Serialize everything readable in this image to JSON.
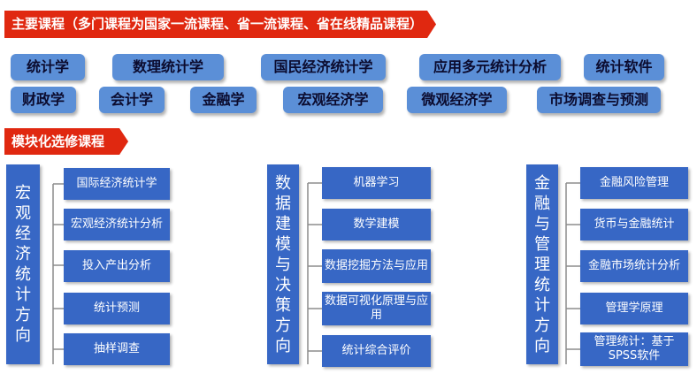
{
  "main_banner": {
    "title": "主要课程（多门课程为国家一流课程、省一流课程、省在线精品课程）"
  },
  "courses": [
    "统计学",
    "数理统计学",
    "国民经济统计学",
    "应用多元统计分析",
    "统计软件",
    "财政学",
    "会计学",
    "金融学",
    "宏观经济学",
    "微观经济学",
    "市场调查与预测"
  ],
  "module_banner": {
    "title": "模块化选修课程"
  },
  "modules": [
    {
      "title": "宏观经济统计方向",
      "chars": [
        "宏",
        "观",
        "经",
        "济",
        "统",
        "计",
        "方",
        "向"
      ],
      "items": [
        "国际经济统计学",
        "宏观经济统计分析",
        "投入产出分析",
        "统计预测",
        "抽样调查"
      ]
    },
    {
      "title": "数据建模与决策方向",
      "chars": [
        "数",
        "据",
        "建",
        "模",
        "与",
        "决",
        "策",
        "方",
        "向"
      ],
      "items": [
        "机器学习",
        "数学建模",
        "数据挖掘方法与应用",
        "数据可视化原理与应用",
        "统计综合评价"
      ]
    },
    {
      "title": "金融与管理统计方向",
      "chars": [
        "金",
        "融",
        "与",
        "管",
        "理",
        "统",
        "计",
        "方",
        "向"
      ],
      "items": [
        "金融风险管理",
        "货币与金融统计",
        "金融市场统计分析",
        "管理学原理",
        "管理统计：基于SPSS软件"
      ]
    }
  ],
  "colors": {
    "banner": "#e02810",
    "course": "#5b8fd7",
    "module": "#3767c5",
    "connector": "#8c8c8c"
  }
}
